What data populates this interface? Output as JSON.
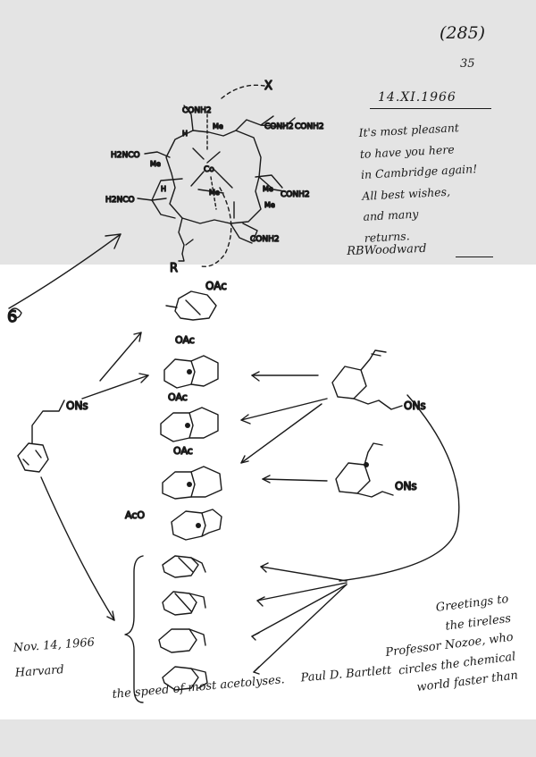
{
  "header": {
    "page_number": "(285)",
    "ref_number": "35"
  },
  "woodward_note": {
    "date": "14.XI.1966",
    "lines": [
      "It's most pleasant",
      "to have you here",
      "in Cambridge again!",
      "All best wishes,",
      "and many",
      "returns."
    ],
    "signature": "RBWoodward"
  },
  "bartlett_note": {
    "lines": [
      "Greetings to",
      "the tireless",
      "Professor Nozoe, who",
      "circles the chemical",
      "world faster than"
    ],
    "tail": "the speed of most acetolyses.",
    "signature": "Paul D. Bartlett",
    "date_lines": [
      "Nov. 14, 1966",
      "Harvard"
    ]
  },
  "structure_labels": {
    "amide_1": "CONH2",
    "amide_2": "CONH2",
    "amide_3": "CONH2",
    "amide_4": "CONH2",
    "amide_5": "H2NCO",
    "amide_6": "H2NCO",
    "amide_7": "CONH2",
    "ligand_x": "X",
    "ligand_r": "R",
    "cobalt": "Co",
    "methyl": "Me",
    "hydrogen": "H",
    "acetate": "OAc",
    "acetate_left": "AcO",
    "nosylate": "ONs",
    "arrow_number": "6"
  }
}
